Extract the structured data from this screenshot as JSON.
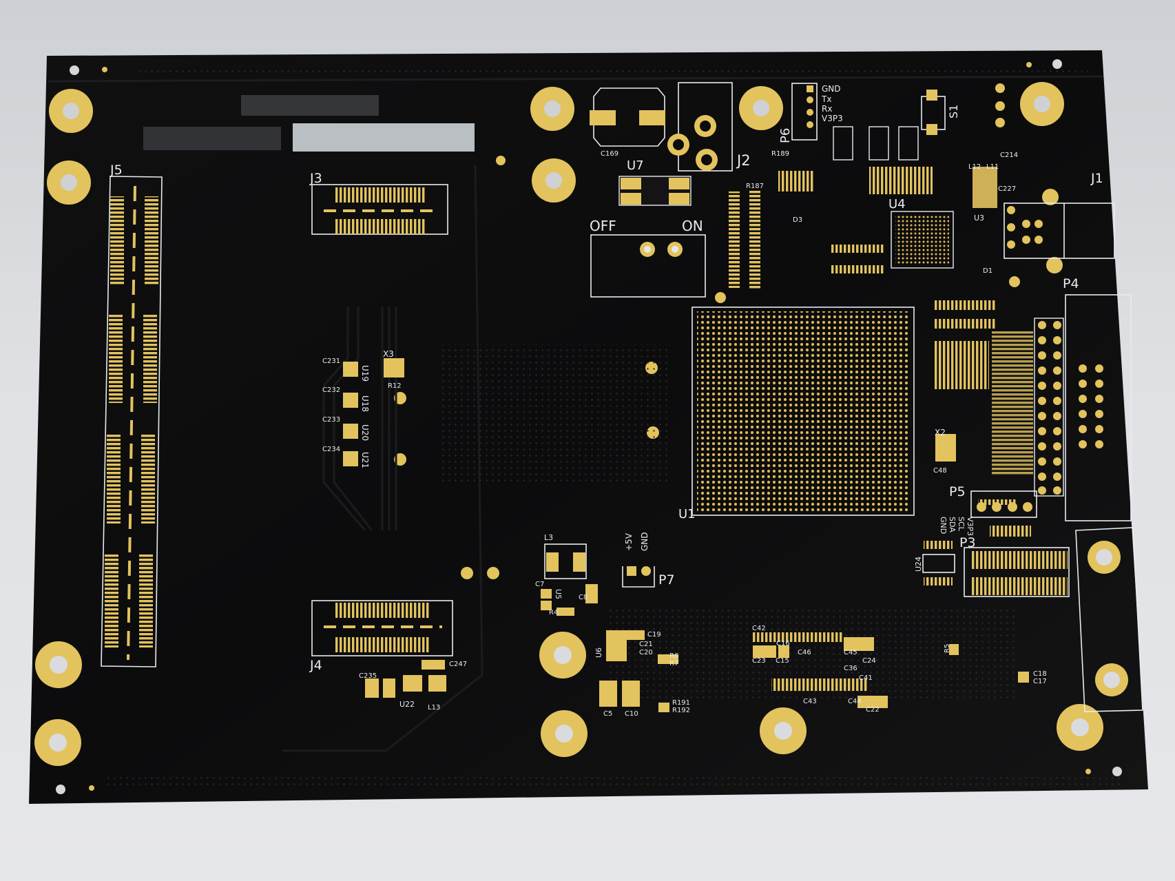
{
  "board": {
    "solder_mask_color": "#0c0c0d",
    "pad_finish_color": "#e3c35e",
    "silkscreen_color": "#e9ecef",
    "background_color": "#dcdee1"
  },
  "connector_labels": {
    "j1": "J1",
    "j2": "J2",
    "j3": "J3",
    "j4": "J4",
    "j5": "J5",
    "p3": "P3",
    "p4": "P4",
    "p5": "P5",
    "p6": "P6",
    "p7": "P7",
    "s1": "S1"
  },
  "ic_labels": {
    "u1": "U1",
    "u4": "U4",
    "u7": "U7",
    "u19": "U19",
    "u18": "U18",
    "u20": "U20",
    "u21": "U21",
    "u22": "U22",
    "u5": "U5",
    "u6": "U6",
    "u24": "U24",
    "u3": "U3",
    "x2": "X2",
    "x3": "X3"
  },
  "switch_labels": {
    "off": "OFF",
    "on": "ON"
  },
  "uart_labels": {
    "gnd": "GND",
    "tx": "Tx",
    "rx": "Rx",
    "v3p3": "V3P3"
  },
  "power_labels": {
    "plus5v": "+5V",
    "gnd": "GND"
  },
  "i2c_labels": {
    "gnd": "GND",
    "sda": "SDA",
    "scl": "SCL",
    "v3p3": "V3P3"
  },
  "passive_labels": {
    "c169": "C169",
    "c231": "C231",
    "c232": "C232",
    "c233": "C233",
    "c234": "C234",
    "c235": "C235",
    "c247": "C247",
    "l3": "L3",
    "l13": "L13",
    "c7": "C7",
    "c8": "C8",
    "r4": "R4",
    "c5": "C5",
    "c10": "C10",
    "c19": "C19",
    "c21": "C21",
    "c20": "C20",
    "r6": "R6",
    "r7": "R7",
    "r191": "R191",
    "r192": "R192",
    "c42": "C42",
    "c23": "C23",
    "c15": "C15",
    "c16": "C16",
    "c46": "C46",
    "c45": "C45",
    "c24": "C24",
    "c36": "C36",
    "c41": "C41",
    "c43": "C43",
    "c44": "C44",
    "c22": "C22",
    "c18": "C18",
    "c17": "C17",
    "r5": "R5",
    "c214": "C214",
    "c227": "C227",
    "l12": "L12",
    "l11": "L11",
    "r187": "R187",
    "r189": "R189",
    "d1": "D1",
    "d3": "D3",
    "r12": "R12",
    "c48": "C48"
  }
}
